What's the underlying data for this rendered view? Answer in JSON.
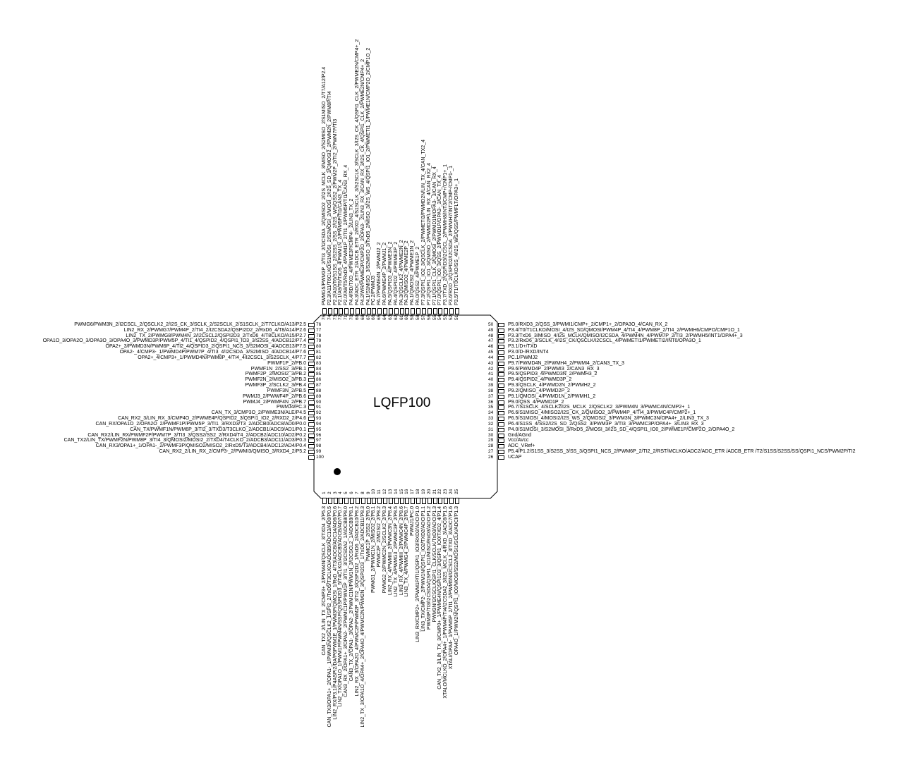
{
  "package": {
    "title": "LQFP100"
  },
  "pins": [
    {
      "n": "1",
      "label": "CAN_TX2_2/LIN_TX_2/CMP3+_2/PWM4N/QSCLK_3/TXD4_2/P5.3"
    },
    {
      "n": "2",
      "label": "CAN_TX3/OPA1+_2/OPA1-_1/PWM3N/QSCLK2_1/SPI2_2/TxD5/T3CLKO/ADCB5/ADC13/AD0/P0.5"
    },
    {
      "n": "3",
      "label": "LIN2_RX/P3.1/P4ASPI2/DA/P6PWM1E_1/PWM3P/QMOSI_1/RxD_4/T3/ADCB/ADC14/AD6/P0.6"
    },
    {
      "n": "4",
      "label": "LIN2_TX/OPA1O_1/PWM1P/PWM4N/SSP/QSSPI2D3_5/T4CLKO/ADCB5/ADCB/AD7/P0.7"
    },
    {
      "n": "5",
      "label": "CAN3_RX_2/OPA1+_3/OPA2-_2/PWMC1P/PWM1P_3/TI1_3/I2CSDA2_1/ADCB8/P8.0"
    },
    {
      "n": "6",
      "label": "CAN3_TX_2/OPA1-_3/OPA2-_2/PWMC1N/PWM1N_3/I2CSCL2_1/ADCB9/P8.1"
    },
    {
      "n": "7",
      "label": "LIN2_RX_3/OPA2O_4/PWMC2P/PWM2P_3/TI2_3/QSPI2D2_1/RxD6_2/ADCB10/P8.2"
    },
    {
      "n": "8",
      "label": "LIN2_TX_3/OPA1O_4/OPA4+_2/OPA4O_4/PWMC2N/PWM2N_3/QSPI2D3_1/TxD6_2/ADCB11/P8.3"
    },
    {
      "n": "9",
      "label": "PWMC1P_2/SS2_2/P8.0"
    },
    {
      "n": "10",
      "label": "PWMG1_2/PWMC1N_2/MISO2_2/P8.1"
    },
    {
      "n": "11",
      "label": "PWMC2P_2/MOSI2_2/P8.2"
    },
    {
      "n": "12",
      "label": "PWMG2_2/PWMC2N_2/SCLK2_2/P8.3"
    },
    {
      "n": "13",
      "label": "LIN2_RX_4/PWMIII_2/PWMC3N_2/P8.4"
    },
    {
      "n": "14",
      "label": "LIN2_TX_4/PWMG3_2/PWMC3P_2/P8.5"
    },
    {
      "n": "15",
      "label": "LIN3_RX_4/PWMIII_2/PWMC4N_2/P8.6"
    },
    {
      "n": "16",
      "label": "LIN3_TX_4/PWMG4_2/PWMC4P_2/P8.7"
    },
    {
      "n": "17",
      "label": "PWMJ1/PC.0"
    },
    {
      "n": "18",
      "label": "LIN3_RX/CMP2+_2/PWM1P/TI1/QSPI1_IO3/RXD2/ADCIP1.0"
    },
    {
      "n": "19",
      "label": "LIN3_TX/CMP2-_2/PWM1N/QSPI1_IO2/TXD2/ADCIP1.1"
    },
    {
      "n": "20",
      "label": "PWM3P/TI3/I2CSDA/QSPI1_IO1/MISO/RxD3/ADCIP1.2"
    },
    {
      "n": "21",
      "label": "PWM3N/I2CSCL/QSPI1_CLK/SCLK/TxD3/ADCIP1.3"
    },
    {
      "n": "22",
      "label": "CAN_TX2_3/LIN_TX_3/CMP0+_1/PWME4N/QSPI1D3_3/QSPI1_IO0/TXD2_4/P1.4"
    },
    {
      "n": "23",
      "label": "XTALO/MCLKO_2/OPA4+_1/PWM4P/TI4/I2CSDA2_3/I2S_MCLK_4/RXD_3/ADC6/P1.5"
    },
    {
      "n": "24",
      "label": "XTALI/OPA4-_1/PWM5P_2/TI1_2/PWM5N/I2CSCL2_3/TXD_3/ADC7/P1.6"
    },
    {
      "n": "25",
      "label": "OPA4O_1/PWM2N/QSPI1_IO0/MOSI/SS2/MOSI1/SCLK/ADCI/P1.3"
    },
    {
      "n": "26",
      "label": "UCAP"
    },
    {
      "n": "27",
      "label": "P5.4/P1.2/S1SS_3/S2SS_3/SS_3/QSPI1_NCS_2/PWM6P_2/TI2_2/RST/MCLKO/ADC2/ADC_ETR /ADCB_ETR /T2/S1SS/S2SS/SS/QSPI1_NCS/PWM2P/TI2"
    },
    {
      "n": "28",
      "label": "ADC_VRef+"
    },
    {
      "n": "29",
      "label": "Vcc/AVcc"
    },
    {
      "n": "30",
      "label": "Gnd/AGnd"
    },
    {
      "n": "31",
      "label": "P4.0/S1MOSI_3/S2MOSI_3/RxD5_2/MOSI_3/I2S_SD_4/QSPI1_IO0_2/PWME1P/CMP2O_2/OPA4O_2"
    },
    {
      "n": "32",
      "label": "P6.4/S1SS_4/SS2/I2S_SD_2/QSS2_3/PWM3P_3/TI3_3/PWMC3P/OPA4+_3/LIN3_RX_3"
    },
    {
      "n": "33",
      "label": "P6.5/S1MOSI_4/MOSI2/I2S_WS_2/QMOSI2_3/PWM3N_3/PWMC3N/OPA4+_2/LIN3_TX_3"
    },
    {
      "n": "34",
      "label": "P6.6/S1MISO_4/MISO2/I2S_CK_2/QMISO2_3/PWM4P_4/TI4_3/PWMC4P/CMP2+_1"
    },
    {
      "n": "35",
      "label": "P6.7/S1SCLK_4/SCLK2/I2S_MCLK_2/QSCLK2_3/PWM4N_3/PWMC4N/CMP2+_1"
    },
    {
      "n": "36",
      "label": "P9.0/QSS_4/PWMD1P_2"
    },
    {
      "n": "37",
      "label": "P9.1/QMOSI_4/PWMD1N_2/PWMH1_2"
    },
    {
      "n": "38",
      "label": "P9.2/QMISO_4/PWMD2P_2"
    },
    {
      "n": "39",
      "label": "P9.3/QSCLK_4/PWMD2N_2/PWMH2_2"
    },
    {
      "n": "40",
      "label": "P9.4/QSPID2_4/PWMD3P_2"
    },
    {
      "n": "41",
      "label": "P9.5/QSPID3_4/PWMD3N_2/PWMH3_2"
    },
    {
      "n": "42",
      "label": "P9.6/PWMD4P_2/PWMI3_2/CAN3_RX_3"
    },
    {
      "n": "43",
      "label": "P9.7/PWMD4N_2/PWMH4_2/PWMI4_2/CAN3_TX_3"
    },
    {
      "n": "44",
      "label": "PC.1/PWMJ2"
    },
    {
      "n": "45",
      "label": "P3.0/D-/RXD/INT4"
    },
    {
      "n": "46",
      "label": "P3.1/D+/TXD"
    },
    {
      "n": "47",
      "label": "P3.2/RxD6_3/SCLK_4/I2S_CK/QSCLK/I2CSCL_4/PWMETI1/PWMETI2/INT0/OPA3O_1"
    },
    {
      "n": "48",
      "label": "P3.3/TxD6_3/MISO_4/I2S_MCLK/QMISO/I2CSDA_4/PWM4N_4/PWM7P_2/TI3_2/PWMH5/INT1/OPA4+_3"
    },
    {
      "n": "49",
      "label": "P3.4/T0/T1CLKO/MOSI_4/I2S_SD/QMOSI/PWM4P_4/TI4_4/PWM8P_2/TI4_2/PWMH6/CMPO/CMP1O_1"
    },
    {
      "n": "50",
      "label": "P5.0/RXD3_2/QSS_3/PWMI1/CMP+_2/CMP1+_2/OPA3O_4/CAN_RX_2"
    },
    {
      "n": "51",
      "label": "P3.5/T1/T0CLKO/SS_4/I2S_WS/QSS/PWMFLT/OPA3+_1"
    },
    {
      "n": "52",
      "label": "P3.6/RXD_2/QSPID2/I2CSDA_2/PWMH7/INT2/CMP-/CMP1-_1"
    },
    {
      "n": "53",
      "label": "P3.7/TXD_2/QSPID3/I2CSCL_2/PWMH8/INT3/CMP+/CMP1+_1"
    },
    {
      "n": "54",
      "label": "P7.0/QSPI1_IO0_3/QSS_2/PWMD1P/OPA3-_3/CAN_TX_4"
    },
    {
      "n": "55",
      "label": "P7.1/QSPI1_CLK_3/QMOSI_2/PWMD1N/OPA3-_3/CAN_RX_4"
    },
    {
      "n": "56",
      "label": "P7.2/QSPI1_IO1_3/QMISO_2/PWMD2P/LIN_RX_4/CAN_RX2_4"
    },
    {
      "n": "57",
      "label": "P7.3/QSPI1_IO2_3/QSCLK_2/PWMETI3/PWMD2N/LIN_TX_4/CAN_TX2_4"
    },
    {
      "n": "58",
      "label": "PA.0/QSS2_4/PWME1P_2"
    },
    {
      "n": "59",
      "label": "PA.1/QMOSI2_4/PWME1N_2"
    },
    {
      "n": "60",
      "label": "PA.2/QMISO2_4/PWME2P_2"
    },
    {
      "n": "61",
      "label": "PA.3/QSCLK2_4/PWME2N_2"
    },
    {
      "n": "62",
      "label": "PA.4/QSPID2_4/PWME3P_2"
    },
    {
      "n": "63",
      "label": "PA.5/QSPID3_4/PWME3N_2"
    },
    {
      "n": "64",
      "label": "PA.6/PWME4P_2/PWMJ1_2"
    },
    {
      "n": "65",
      "label": "PA.7/PWME4N_2/PWMJ2_2"
    },
    {
      "n": "66",
      "label": "PC.2/PWMJ3"
    },
    {
      "n": "67",
      "label": "P4.1/S1MISO_3/S2MISO_3/TxD5_2/MISO_3/I2S_WS_4/QSPI1_IO1_2/PWMETI1_2/PWME1N/CMP2O_2/CMP1O_2"
    },
    {
      "n": "68",
      "label": "P4.2/WR/PWME2P/CMP2O_2/OPA3-_2/LIN3_RX_3/CAN_RX_3/I2S_CK_4/QSPI1_CLK_2/PWME2N/CMP4+_2"
    },
    {
      "n": "69",
      "label": "P4.3/ADC_ETR_2/ADCB_ETR_2/RXD_4/S1SCLK_3/S2SCLK_3/SCLK_3/I2S_CK_4/QSPI1_CLK_2/PWME2N/CMP4+_2"
    },
    {
      "n": "70",
      "label": "P4.4/RD/TXD_4/PWME3P/CMP4-_2/LIN3_TX_2"
    },
    {
      "n": "71",
      "label": "P2.0/A8/T5/RxD5_4/PWM1P_2/TI1_2/PWM5P/TI1/CAN3_RX_4"
    },
    {
      "n": "72",
      "label": "P2.1/A9/T6/TxD5_4/PWM1N_2/PWM5P/TI1/CAN3_TX_4"
    },
    {
      "n": "73",
      "label": "P2.2/A10/T6/S1SS_2/S2SS_2/SS_2/I2S_WS/QSS2_2/PWM2P_2/TI2_2/PWM7P/TI3"
    },
    {
      "n": "74",
      "label": "P2.3/A11/T6CLKO/S1MOSI_2/S2MOSI_2/MOSI_2/I2S_SD_3/QMOSI2_2/PWM2N_2/PWM8P/TI4"
    },
    {
      "n": "75",
      "label": "PWMG5/PWM3P_2/TI3_2/I2CSDA_2/QMISO2_2/I2S_MCLK_3/MISO_2/S2MISO_2/S1MISO_2/T7/A12/P2.4"
    },
    {
      "n": "76",
      "label": "PWMG6/PWM3N_2/I2CSCL_2/QSCLK2_2/I2S_CK_3/SCLK_2/S2SCLK_2/S1SCLK_2/T7CLKO/A13/P2.5"
    },
    {
      "n": "77",
      "label": "LIN2_RX_2/PWMG7/PWM4P_2/TI4_2/I2CSDA2/QSPI2D2_2/RxD6_4/T8/A14/P2.6"
    },
    {
      "n": "78",
      "label": "LIN2_TX_2/PWMG8/PWM4N_2/I2CSCL2/QSPI2D3_2/TxD6_4/T8CLKO/A15/P2.7"
    },
    {
      "n": "79",
      "label": "OPA1O_3/OPA2O_3/OPA3O_3/OPA4O_3/PWMD3P/PWM5P_4/TI1_4/QSPID2_4/QSPI1_IO3_3/S2SS_4/ADCB12/P7.4"
    },
    {
      "n": "80",
      "label": "OPA2+_3/PWMD3N/PWM6P_4/TI2_4/QSPID3_2/QSPI1_NCS_3/S2MOSI_4/ADCB13/P7.5"
    },
    {
      "n": "81",
      "label": "OPA2-_4/CMP3-_1/PWMD4P/PWM7P_4/TI3_4/I2CSDA_3/S2MISO_4/ADCB14/P7.6"
    },
    {
      "n": "82",
      "label": "OPA2+_4/CMP3+_1/PWMD4N/PWM8P_4/TI4_4/I2CSCL_3/S2SCLK_4/P7.7"
    },
    {
      "n": "83",
      "label": "PWMF1P_2/PB.0"
    },
    {
      "n": "84",
      "label": "PWMF1N_2/SS2_3/PB.1"
    },
    {
      "n": "85",
      "label": "PWMF2P_2/MOSI2_3/PB.2"
    },
    {
      "n": "86",
      "label": "PWMF2N_2/MISO2_3/PB.3"
    },
    {
      "n": "87",
      "label": "PWMF3P_2/SCLK2_3/PB.4"
    },
    {
      "n": "88",
      "label": "PWMF3N_2/PB.5"
    },
    {
      "n": "89",
      "label": "PWMJ3_2/PWWF4P_2/PB.6"
    },
    {
      "n": "90",
      "label": "PWMJ4_2/PWMF4N_2/PB.7"
    },
    {
      "n": "91",
      "label": "PWMJ4/PC.3"
    },
    {
      "n": "92",
      "label": "CAN_TX_3/CMP3O_2/PWME3N/ALE/P4.5"
    },
    {
      "n": "93",
      "label": "CAN_RX2_3/LIN_RX_3/CMP4O_2/PWME4P/QSPID2_3/QSPI1_IO2_2/RXD2_2/P4.6"
    },
    {
      "n": "94",
      "label": "CAN_RX/OPA1O_2/OPA2O_2/PWMF1P/PWM5P_3/TI1_3/RXD3/T3_2/ADCB0/ADC8/AD0/P0.0"
    },
    {
      "n": "95",
      "label": "CAN_TX/PWMF1N/PWM6P_3/TI2_3/TXD3/T3CLKO_2/ADCB1/ADC9/AD1/P0.1"
    },
    {
      "n": "96",
      "label": "CAN_RX2/LIN_RX/PWMF2P/PWM7P_3/TI3_3/QSS2/SS2_2/RXD4/T4_2/ADCB2/ADC10/AD2/P0.2"
    },
    {
      "n": "97",
      "label": "CAN_TX2/LIN_TX/PWMF2N/PWM8P_3/TI4_3/QMOSI2/MOSI2_2/TXD4/T4CLKO_2/ADCB3/ADC11/AD3/P0.3"
    },
    {
      "n": "98",
      "label": "CAN_RX3/OPA1+_1/OPA1-_2/PWMF3P/QMISO2/MISO2_2/RxD5/T3/ADCB4/ADC12/AD4/P0.4"
    },
    {
      "n": "99",
      "label": "CAN_RX2_2/LIN_RX_2/CMP3-_2/PWMI3/QMISO_3/RXD4_2/P5.2"
    },
    {
      "n": "100",
      "label": ""
    }
  ]
}
